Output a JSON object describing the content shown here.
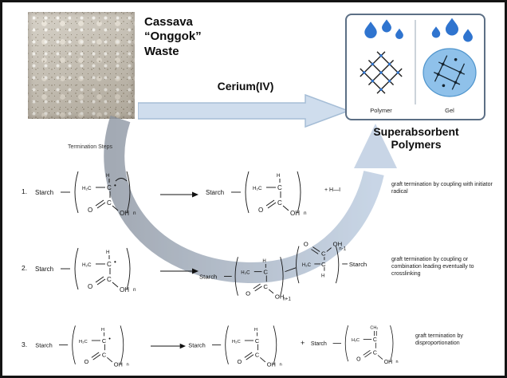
{
  "figure": {
    "source": {
      "label": "Cassava “Onggok” Waste"
    },
    "process": {
      "arrow_label": "Cerium(IV)"
    },
    "product": {
      "box": {
        "polymer_caption": "Polymer",
        "gel_caption": "Gel"
      },
      "label": "Superabsorbent Polymers"
    }
  },
  "scheme": {
    "section_label": "Termination Steps",
    "rows": [
      {
        "num": "1.",
        "extra": "+  H—I",
        "note": "graft termination by coupling with initiator radical"
      },
      {
        "num": "2.",
        "note": "graft termination by coupling or combination leading eventually to crosslinking"
      },
      {
        "num": "3.",
        "plus": "+",
        "note": "graft termination by disproportionation"
      }
    ],
    "atoms": {
      "starch": "Starch",
      "h2c": "H₂C",
      "c": "C",
      "h": "H",
      "o": "O",
      "oh": "OH",
      "ch2": "CH₂",
      "n": "n",
      "n_plus": "n+1",
      "n_minus": "n-1",
      "radical": "•"
    }
  },
  "colors": {
    "droplet_blue": "#2f74cf",
    "flow_arrow_fill": "#cfdded",
    "curve_arrow_start": "#8a93a0",
    "curve_arrow_end": "#b9cadf",
    "gel_fill": "#8fc1ea"
  }
}
